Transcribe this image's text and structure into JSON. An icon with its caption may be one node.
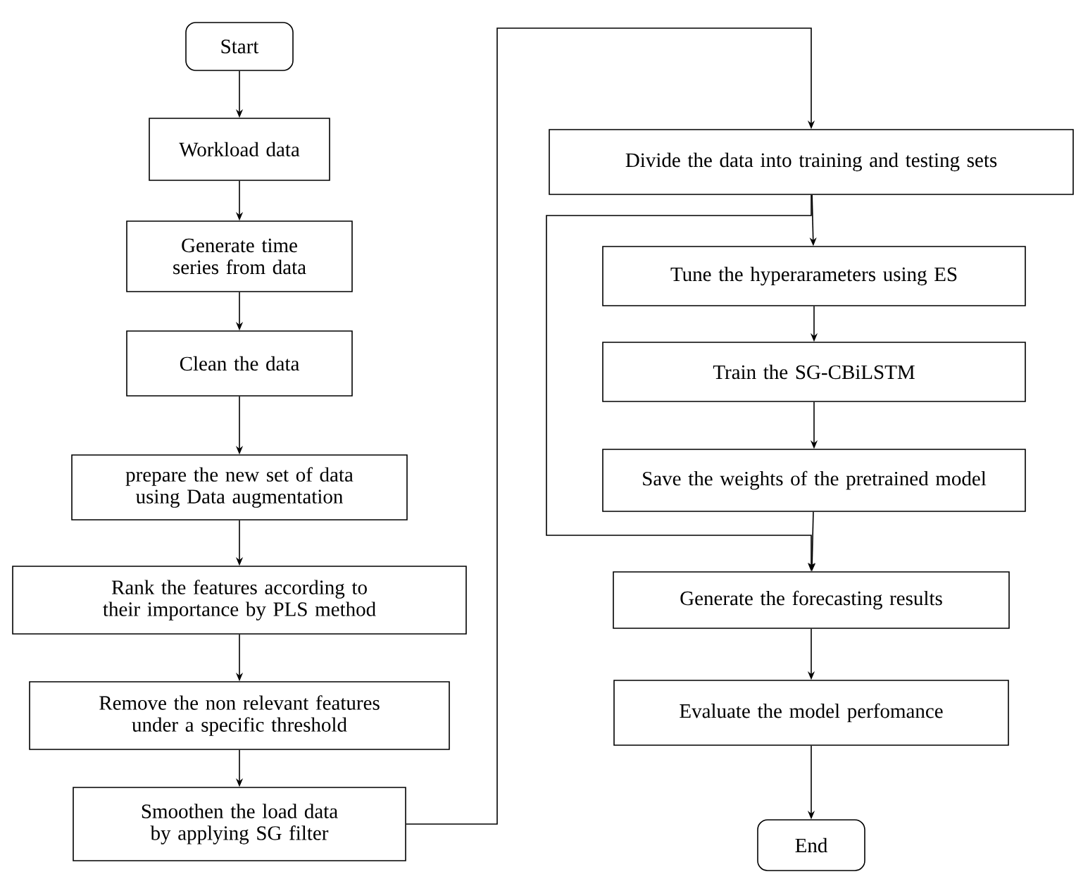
{
  "diagram": {
    "nodes": [
      {
        "text": [
          "Start"
        ]
      },
      {
        "text": [
          "Workload data"
        ]
      },
      {
        "text": [
          "Generate time series from data"
        ]
      },
      {
        "text": [
          "Clean the data"
        ]
      },
      {
        "text": [
          "prepare the new set of data using Data augmentation"
        ]
      },
      {
        "text": [
          "Rank the features according to their importance by PLS method"
        ]
      },
      {
        "text": [
          "Remove the non relevant features under a specific threshold"
        ]
      },
      {
        "text": [
          "Smoothen the load data by applying SG filter"
        ]
      },
      {
        "text": [
          "Divide the data into training and testing sets"
        ]
      },
      {
        "text": [
          "Tune the hyperarameters using ES"
        ]
      },
      {
        "text": [
          "Train the SG-CBiLSTM"
        ]
      },
      {
        "text": [
          "Save the weights of the pretrained model"
        ]
      },
      {
        "text": [
          "Generate the forecasting results"
        ]
      },
      {
        "text": [
          "Evaluate the model perfomance"
        ]
      },
      {
        "text": [
          "End"
        ]
      }
    ],
    "edges": [
      {
        "from": 0,
        "to": 1,
        "arrow": "to"
      },
      {
        "from": 1,
        "to": 2,
        "arrow": "to"
      },
      {
        "from": 2,
        "to": 3,
        "arrow": "to"
      },
      {
        "from": 3,
        "to": 4,
        "arrow": "to"
      },
      {
        "from": 4,
        "to": 5,
        "arrow": "to"
      },
      {
        "from": 5,
        "to": 6,
        "arrow": "to"
      },
      {
        "from": 6,
        "to": 7,
        "arrow": "to"
      },
      {
        "from": 7,
        "to": 8,
        "arrow": "to"
      },
      {
        "from": 8,
        "to": 9,
        "arrow": "to"
      },
      {
        "from": 9,
        "to": 10,
        "arrow": "to"
      },
      {
        "from": 10,
        "to": 11,
        "arrow": "to"
      },
      {
        "from": 11,
        "to": 12,
        "arrow": "to"
      },
      {
        "from": 8,
        "to": 12,
        "arrow": "to"
      },
      {
        "from": 12,
        "to": 13,
        "arrow": "to"
      },
      {
        "from": 13,
        "to": 14,
        "arrow": "to"
      }
    ]
  }
}
